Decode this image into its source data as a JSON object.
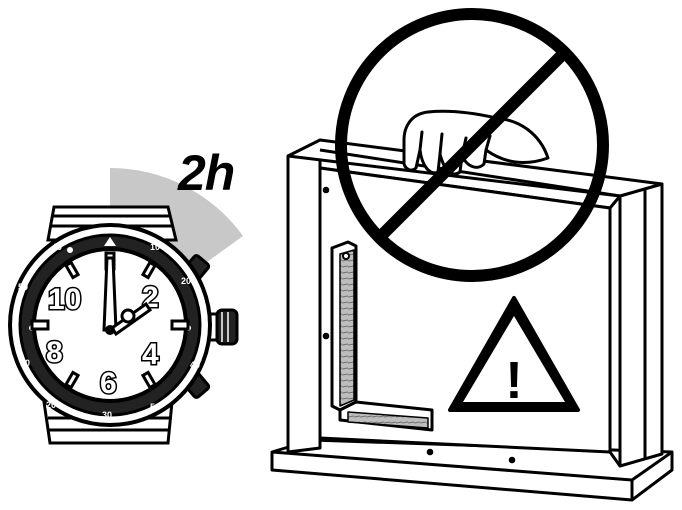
{
  "instruction": {
    "duration_label": "2h",
    "dial_numerals": [
      "10",
      "2",
      "8",
      "4",
      "6"
    ],
    "warning_symbol": "!"
  },
  "colors": {
    "line": "#000000",
    "fill": "#ffffff",
    "elapsed_sector": "#c8c8c8",
    "wood_grain": "#8a8a8a"
  },
  "icons": [
    "wristwatch-icon",
    "elapsed-time-sector-icon",
    "assembled-frame-icon",
    "try-square-icon",
    "hand-icon",
    "prohibition-icon",
    "warning-triangle-icon"
  ]
}
